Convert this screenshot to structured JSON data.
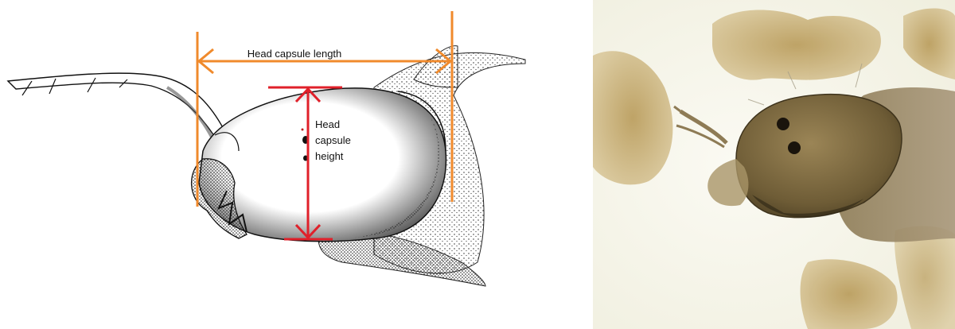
{
  "left_panel": {
    "length_label": "Head capsule length",
    "height_label_lines": [
      "Head",
      "capsule",
      "height"
    ],
    "colors": {
      "length_marker": "#F08A2C",
      "height_marker": "#E0202A",
      "ink": "#111111"
    }
  },
  "right_panel": {
    "colors": {
      "background": "#F7F6EE",
      "debris": "#C8A766",
      "head": "#7A6640",
      "eyes": "#1A140C"
    }
  }
}
